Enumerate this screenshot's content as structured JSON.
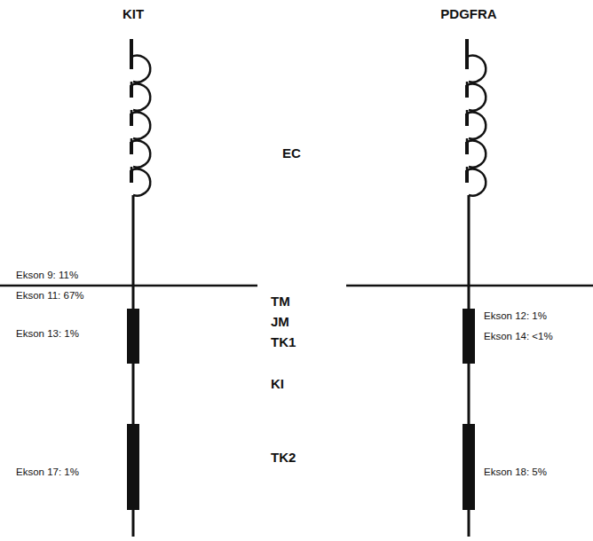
{
  "diagram": {
    "labels": [
      "KIT",
      "PDGFRA",
      "EC",
      "TM",
      "JM",
      "TK1",
      "KI",
      "TK2",
      "Ekson 9: 11%",
      "Ekson 11: 67%",
      "Ekson 13: 1%",
      "Ekson 17: 1%",
      "Ekson 12: 1%",
      "Ekson 14: <1%",
      "Ekson 18: 5%"
    ]
  }
}
